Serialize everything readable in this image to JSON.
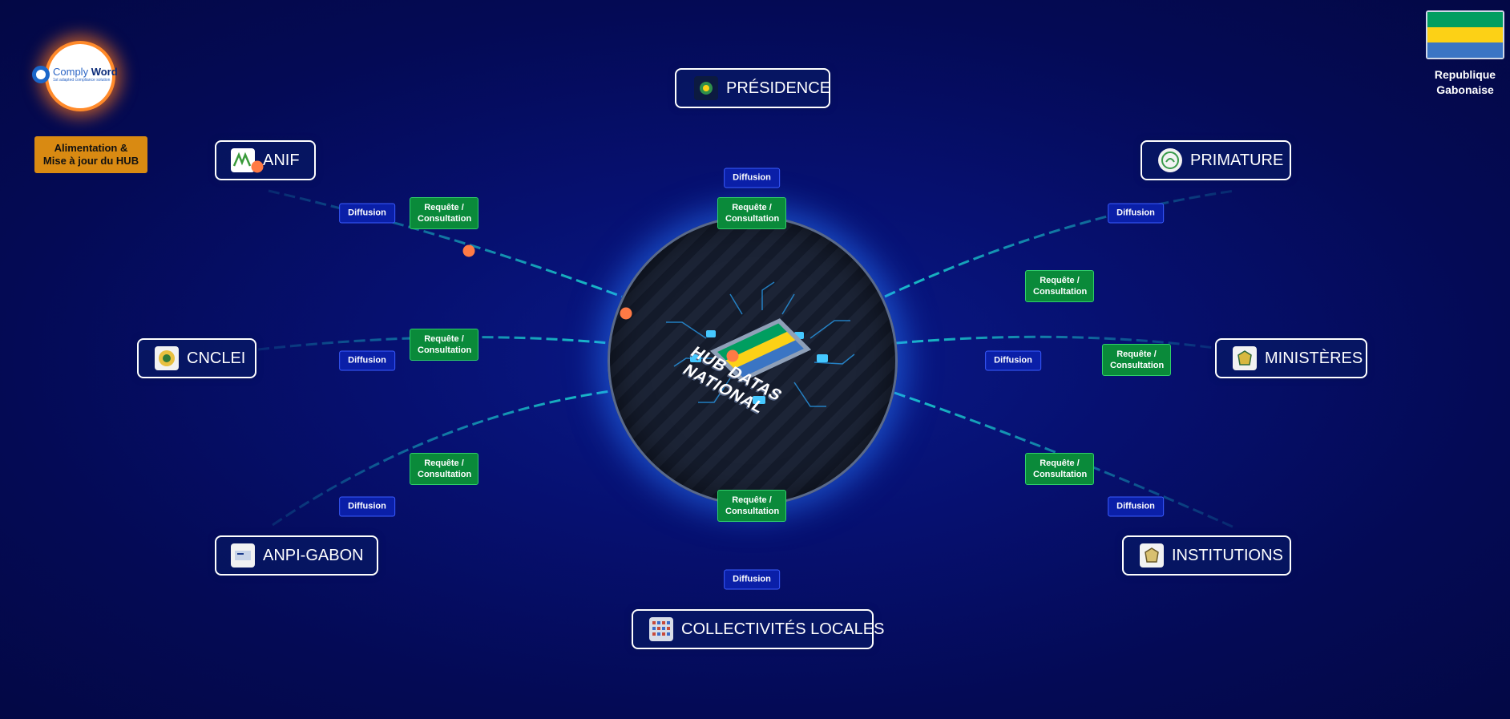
{
  "brand": {
    "name_part1": "Comply ",
    "name_part2": "Word",
    "tagline": "1st adapted compliance solution"
  },
  "feed_button": {
    "line1": "Alimentation &",
    "line2": "Mise à jour du HUB"
  },
  "country": {
    "line1": "Republique",
    "line2": "Gabonaise",
    "flag_colors": [
      "#009e60",
      "#fcd116",
      "#3a75c4"
    ]
  },
  "hub": {
    "line1": "HUB DATAS",
    "line2": "NATIONAL"
  },
  "nodes": {
    "presidence": "PRÉSIDENCE",
    "anif": "ANIF",
    "primature": "PRIMATURE",
    "cnclei": "CNCLEI",
    "ministeres": "MINISTÈRES",
    "anpi": "ANPI-GABON",
    "institutions": "INSTITUTIONS",
    "collectivites": "COLLECTIVITÉS LOCALES"
  },
  "labels": {
    "diffusion": "Diffusion",
    "requete_line1": "Requête /",
    "requete_line2": "Consultation"
  },
  "colors": {
    "link": "#19c4c9",
    "diffusion_bg": "#0a1fa8",
    "requete_bg": "#0a8a3a",
    "accent_dot": "#ff7a45"
  }
}
